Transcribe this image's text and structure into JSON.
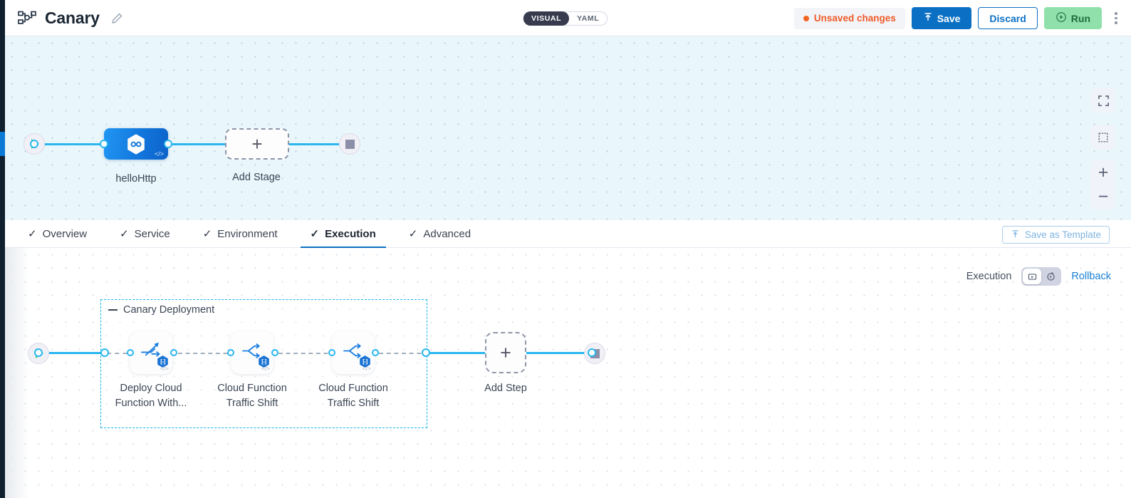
{
  "header": {
    "pipeline_icon": "pipeline-nodes-icon",
    "title": "Canary",
    "edit_icon": "pencil-icon",
    "mode_toggle": {
      "visual": "VISUAL",
      "yaml": "YAML",
      "selected": "VISUAL"
    },
    "unsaved": {
      "label": "Unsaved changes",
      "dot_color": "#f26522"
    },
    "save": {
      "label": "Save",
      "icon": "upload-arrow-icon"
    },
    "discard": {
      "label": "Discard"
    },
    "run": {
      "label": "Run",
      "icon": "play-circle-icon"
    },
    "kebab": "more-options-icon"
  },
  "stage_canvas": {
    "start_node": "start-icon",
    "end_node": "stop-icon",
    "nodes": [
      {
        "label": "helloHttp",
        "icon": "harness-hexagon-icon",
        "code_tag": "</>"
      },
      {
        "label": "Add Stage",
        "icon": "plus-icon"
      }
    ]
  },
  "tabs": [
    {
      "label": "Overview",
      "check": "✓",
      "active": false
    },
    {
      "label": "Service",
      "check": "✓",
      "active": false
    },
    {
      "label": "Environment",
      "check": "✓",
      "active": false
    },
    {
      "label": "Execution",
      "check": "✓",
      "active": true
    },
    {
      "label": "Advanced",
      "check": "✓",
      "active": false
    }
  ],
  "save_as_template": {
    "label": "Save as Template",
    "icon": "template-upload-icon"
  },
  "execution_bar": {
    "label": "Execution",
    "segments": [
      {
        "icon": "execution-view-icon",
        "selected": true
      },
      {
        "icon": "rollback-view-icon",
        "selected": false
      }
    ],
    "rollback_link": "Rollback"
  },
  "execution_canvas": {
    "group": {
      "title": "Canary Deployment",
      "collapse_icon": "minus-icon",
      "steps": [
        {
          "label_line1": "Deploy Cloud",
          "label_line2": "Function With...",
          "icon": "deploy-function-icon",
          "badge": "k8s-badge",
          "code_tag": "</>"
        },
        {
          "label_line1": "Cloud Function",
          "label_line2": "Traffic Shift",
          "icon": "traffic-shift-icon",
          "badge": "k8s-badge",
          "code_tag": "</>"
        },
        {
          "label_line1": "Cloud Function",
          "label_line2": "Traffic Shift",
          "icon": "traffic-shift-icon",
          "badge": "k8s-badge",
          "code_tag": "</>"
        }
      ]
    },
    "add_step": {
      "label": "Add Step",
      "icon": "plus-icon"
    },
    "start_node": "start-icon",
    "end_node": "stop-icon"
  },
  "canvas_controls": {
    "fullscreen": "fullscreen-icon",
    "fit": "fit-to-screen-icon",
    "zoom_in": "+",
    "zoom_out": "−"
  },
  "colors": {
    "accent_blue": "#0b70c4",
    "edge_blue": "#29b6ef",
    "group_border": "#17b4e8",
    "run_green": "#8fe0ab",
    "unsaved_orange": "#f26522"
  }
}
